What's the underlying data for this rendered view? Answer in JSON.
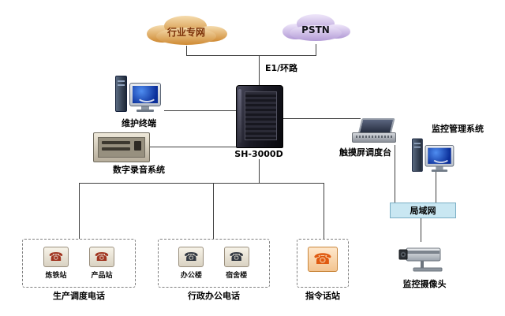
{
  "diagram": {
    "clouds": {
      "industry": {
        "label": "行业专网"
      },
      "pstn": {
        "label": "PSTN"
      }
    },
    "trunk_label": "E1/环路",
    "nodes": {
      "server": {
        "label": "SH-3000D"
      },
      "maintenance_terminal": {
        "label": "维护终端"
      },
      "recording_system": {
        "label": "数字录音系统"
      },
      "touch_console": {
        "label": "触摸屏调度台"
      },
      "monitoring_system": {
        "label": "监控管理系统"
      },
      "lan": {
        "label": "局域网"
      },
      "camera": {
        "label": "监控摄像头"
      }
    },
    "phone_groups": [
      {
        "label": "生产调度电话",
        "stations": [
          {
            "label": "炼铁站"
          },
          {
            "label": "产品站"
          }
        ]
      },
      {
        "label": "行政办公电话",
        "stations": [
          {
            "label": "办公楼"
          },
          {
            "label": "宿舍楼"
          }
        ]
      },
      {
        "label": "指令话站",
        "stations": []
      }
    ],
    "colors": {
      "cloud_industry_light": "#f5dcae",
      "cloud_industry_dark": "#cf8a33",
      "cloud_pstn_light": "#efe7fa",
      "cloud_pstn_dark": "#b29ad6",
      "lan_fill": "#c9e7f2",
      "screen_blue": "#1d54c8",
      "command_phone_orange": "#e05a10",
      "line": "#3f3f3f"
    }
  }
}
